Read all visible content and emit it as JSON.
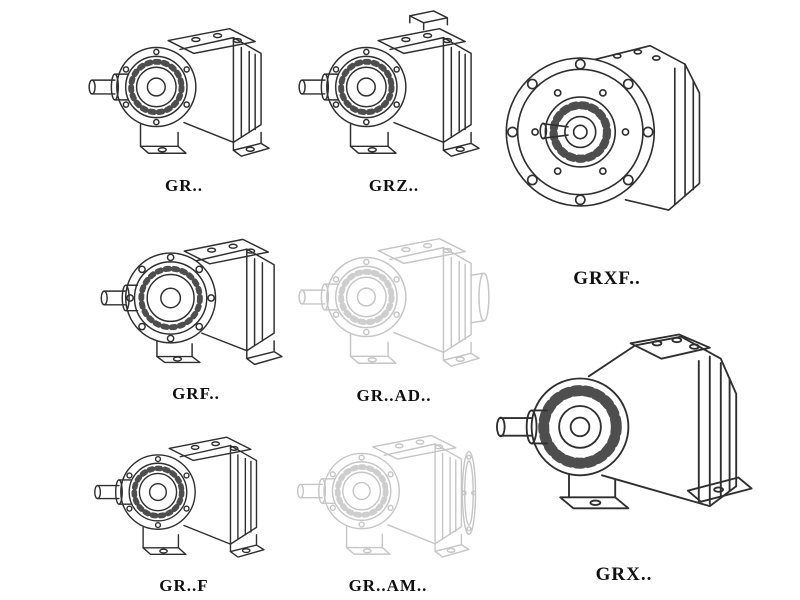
{
  "page": {
    "background": "#ffffff",
    "line_color": "#2f2f2f",
    "ghost_line_color": "#c6c6c6",
    "label_color": "#101010"
  },
  "products": [
    {
      "id": "gr",
      "label": "GR..",
      "style": "solid",
      "drawing": "foot-mounted-inline-helical-gearbox"
    },
    {
      "id": "grz",
      "label": "GRZ..",
      "style": "solid",
      "drawing": "foot-mounted-inline-helical-gearbox-with-top-box"
    },
    {
      "id": "grxf",
      "label": "GRXF..",
      "style": "solid",
      "drawing": "flange-mounted-single-stage-gearbox-large-bolt-flange"
    },
    {
      "id": "grf",
      "label": "GRF..",
      "style": "solid",
      "drawing": "flange-face-foot-mounted-helical-gearbox"
    },
    {
      "id": "gr-ad",
      "label": "GR..AD..",
      "style": "ghost",
      "drawing": "inline-helical-gearbox-with-input-adapter"
    },
    {
      "id": "gr-f",
      "label": "GR..F",
      "style": "solid",
      "drawing": "foot-mounted-inline-helical-gearbox"
    },
    {
      "id": "gr-am",
      "label": "GR..AM..",
      "style": "ghost",
      "drawing": "inline-helical-gearbox-with-motor-adapter-flange"
    },
    {
      "id": "grx",
      "label": "GRX..",
      "style": "solid",
      "drawing": "single-stage-foot-mounted-gearbox-large-hub"
    }
  ]
}
